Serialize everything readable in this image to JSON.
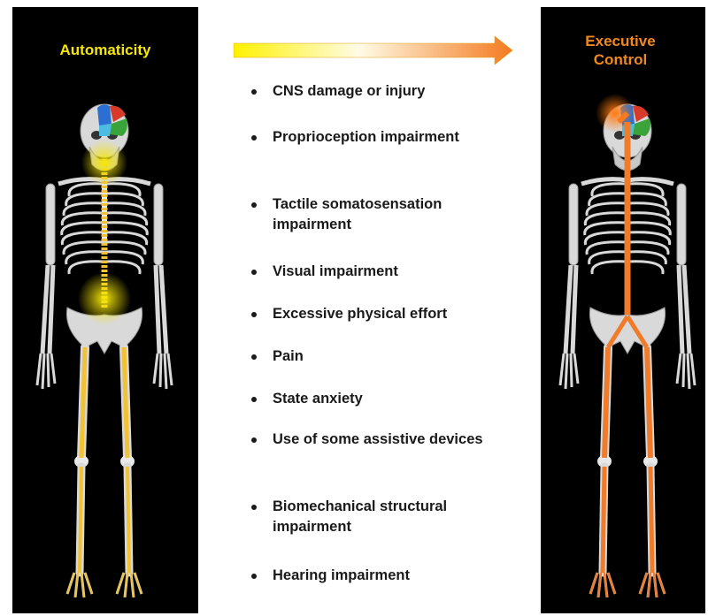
{
  "left_panel": {
    "title": "Automaticity",
    "glow_color": "#f5e60a",
    "bone_highlight": "#f2c232"
  },
  "right_panel": {
    "title": "Executive\nControl",
    "glow_color": "#ff7a10",
    "bone_highlight": "#f07b2a"
  },
  "arrow": {
    "from_color": "#fff200",
    "to_color": "#f47a20"
  },
  "factors": [
    "CNS damage or injury",
    "Proprioception impairment",
    "Tactile somatosensation impairment",
    "Visual impairment",
    "Excessive physical effort",
    "Pain",
    "State anxiety",
    "Use of some assistive devices",
    "Biomechanical structural impairment",
    "Hearing impairment"
  ]
}
